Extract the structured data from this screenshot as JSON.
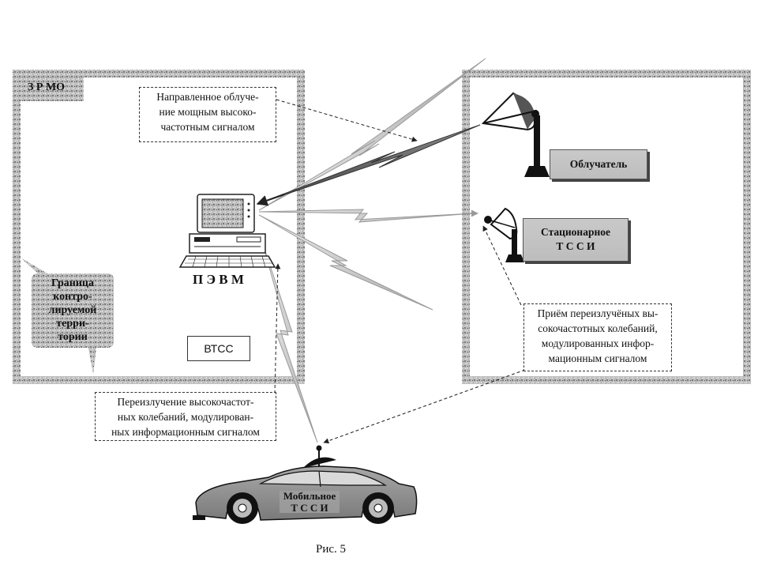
{
  "zone_label": "З Р МО",
  "boundary_label": "Граница контро- лируемой терри- тории",
  "boundary_lines": [
    "Граница",
    "контро-",
    "лируемой",
    "терри-",
    "тории"
  ],
  "pc_label": "П Э В М",
  "vtss_label": "ВТСС",
  "irradiator_label": "Облучатель",
  "stationary_label": "Стационарное Т С С И",
  "stationary_lines": [
    "Стационарное",
    "Т С С И"
  ],
  "mobile_label": "Мобильное Т С С И",
  "mobile_lines": [
    "Мобильное",
    "Т С С И"
  ],
  "note_irradiation": "Направленное облуче- ние мощным высоко- частотным сигналом",
  "note_irradiation_lines": [
    "Направленное облуче-",
    "ние мощным высоко-",
    "частотным сигналом"
  ],
  "note_reception": "Приём переизлучёных вы- сокочастотных колебаний, модулированных инфор- мационным сигналом",
  "note_reception_lines": [
    "Приём переизлучёных вы-",
    "сокочастотных колебаний,",
    "модулированных инфор-",
    "мационным сигналом"
  ],
  "note_reradiation": "Переизлучение высокочастот- ных колебаний, модулирован- ных информационным сигналом",
  "note_reradiation_lines": [
    "Переизлучение высокочастот-",
    "ных колебаний, модулирован-",
    "ных информационным сигналом"
  ],
  "caption": "Рис. 5"
}
